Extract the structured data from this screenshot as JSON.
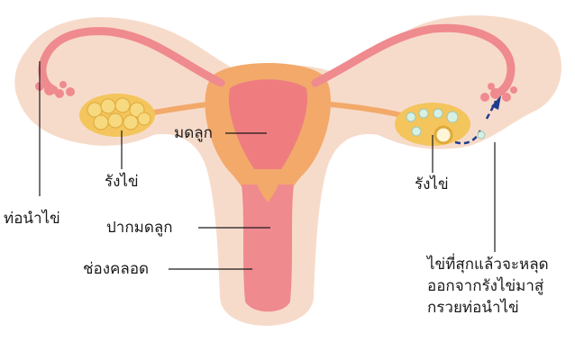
{
  "labels": {
    "fallopian_tube": "ท่อนำไข่",
    "ovary_left": "รังไข่",
    "ovary_right": "รังไข่",
    "uterus": "มดลูก",
    "cervix": "ปากมดลูก",
    "vagina": "ช่องคลอด",
    "ovulation": [
      "ไข่ที่สุกแล้วจะหลุด",
      "ออกจากรังไข่มาสู่",
      "กรวยท่อนำไข่"
    ]
  },
  "colors": {
    "background": "#ffffff",
    "outer_tissue": "#f6d7c4",
    "uterus_wall": "#f2a96a",
    "uterus_inner": "#ef7d80",
    "tube": "#ef8a8f",
    "ovary": "#f3c55c",
    "egg_arrow": "#1d3d8f",
    "line": "#1a1a1a"
  }
}
